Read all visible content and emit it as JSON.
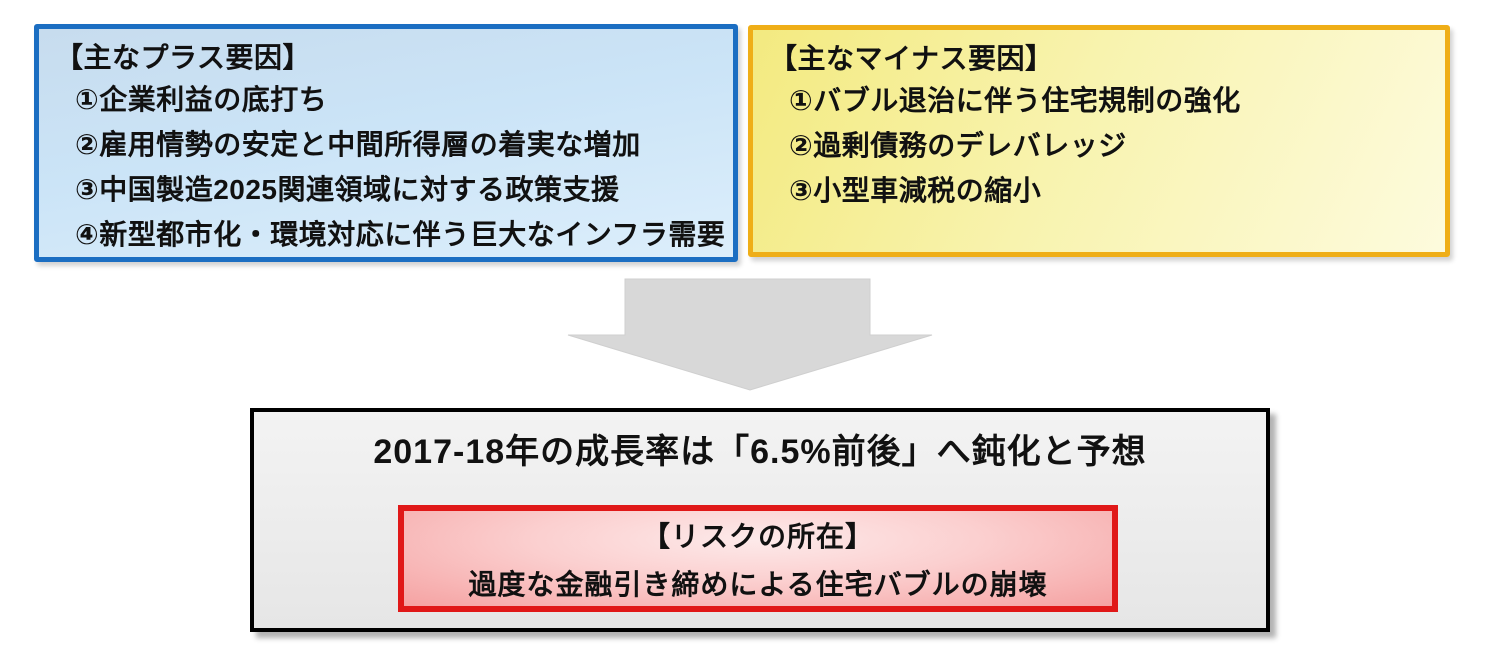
{
  "page": {
    "background_color": "#ffffff"
  },
  "plus_box": {
    "title": "【主なプラス要因】",
    "items": [
      "①企業利益の底打ち",
      "②雇用情勢の安定と中間所得層の着実な増加",
      "③中国製造2025関連領域に対する政策支援",
      "④新型都市化・環境対応に伴う巨大なインフラ需要"
    ],
    "border_color": "#1b6ec2",
    "fill_color": "#cde4f7"
  },
  "minus_box": {
    "title": "【主なマイナス要因】",
    "items": [
      "①バブル退治に伴う住宅規制の強化",
      "②過剰債務のデレバレッジ",
      "③小型車減税の縮小"
    ],
    "border_color": "#efae17",
    "fill_color": "#f7f1a0"
  },
  "arrow": {
    "direction": "down",
    "color": "#d8d8d8"
  },
  "conclusion_box": {
    "title": "2017-18年の成長率は「6.5%前後」へ鈍化と予想",
    "border_color": "#000000",
    "fill_color": "#ececec",
    "risk_box": {
      "title": "【リスクの所在】",
      "text": "過度な金融引き締めによる住宅バブルの崩壊",
      "border_color": "#e01818",
      "fill_color": "#f8bcbc"
    }
  }
}
